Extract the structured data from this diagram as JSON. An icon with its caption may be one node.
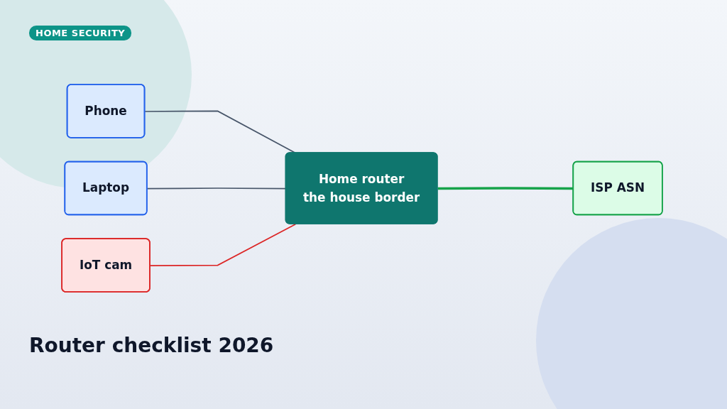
{
  "diagram": {
    "title": "Router checklist 2026",
    "nodes": [
      {
        "text": [
          "Phone"
        ]
      },
      {
        "text": [
          "Laptop"
        ]
      },
      {
        "text": [
          "IoT cam"
        ]
      },
      {
        "text": [
          "Home router",
          "the house border"
        ]
      },
      {
        "text": [
          "ISP ASN"
        ]
      }
    ],
    "edges": [
      {
        "from": 0,
        "to": 3,
        "arrow": "none"
      },
      {
        "from": 1,
        "to": 3,
        "arrow": "none"
      },
      {
        "from": 2,
        "to": 3,
        "arrow": "none",
        "color": "#dc2626"
      },
      {
        "from": 3,
        "to": 4,
        "arrow": "none",
        "style": "thick",
        "color": "#16a34a"
      }
    ],
    "labels": [
      "HOME SECURITY"
    ]
  }
}
